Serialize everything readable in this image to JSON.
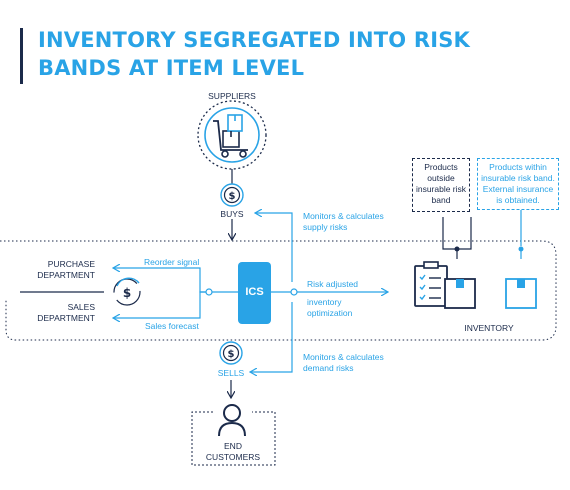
{
  "title": "INVENTORY SEGREGATED INTO RISK BANDS AT ITEM LEVEL",
  "nodes": {
    "suppliers": "SUPPLIERS",
    "buys": "BUYS",
    "purchase_department": "PURCHASE DEPARTMENT",
    "sales_department": "SALES DEPARTMENT",
    "ics": "ICS",
    "sells": "SELLS",
    "end_customers": "END CUSTOMERS",
    "inventory": "INVENTORY"
  },
  "labels": {
    "reorder_signal": "Reorder signal",
    "sales_forecast": "Sales forecast",
    "supply_risks": "Monitors & calculates supply risks",
    "demand_risks": "Monitors & calculates demand risks",
    "risk_adjusted": "Risk adjusted",
    "inventory_optimization": "inventory optimization"
  },
  "risk_bands": {
    "outside": "Products outside insurable risk band",
    "within": "Products within insurable risk band. External insurance is obtained."
  },
  "icons": [
    "truck-boxes-icon",
    "dollar-icon",
    "clipboard-checklist-icon",
    "box-icon",
    "person-icon"
  ],
  "colors": {
    "accent": "#29a3e6",
    "dark": "#1b2a4a"
  }
}
